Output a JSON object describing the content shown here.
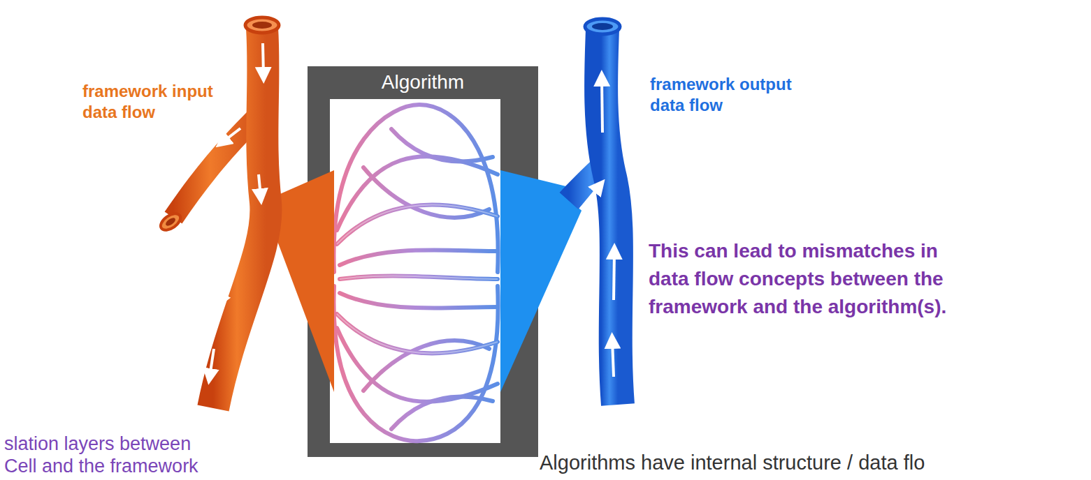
{
  "diagram": {
    "nodes": [
      {
        "text": [
          "Algorithm"
        ]
      }
    ],
    "labels": [
      "framework input data flow",
      "framework output data flow",
      "This can lead to mismatches in data flow concepts between the framework and the algorithm(s).",
      "slation layers between Cell and the framework",
      "Algorithms have internal structure / data flo"
    ]
  }
}
